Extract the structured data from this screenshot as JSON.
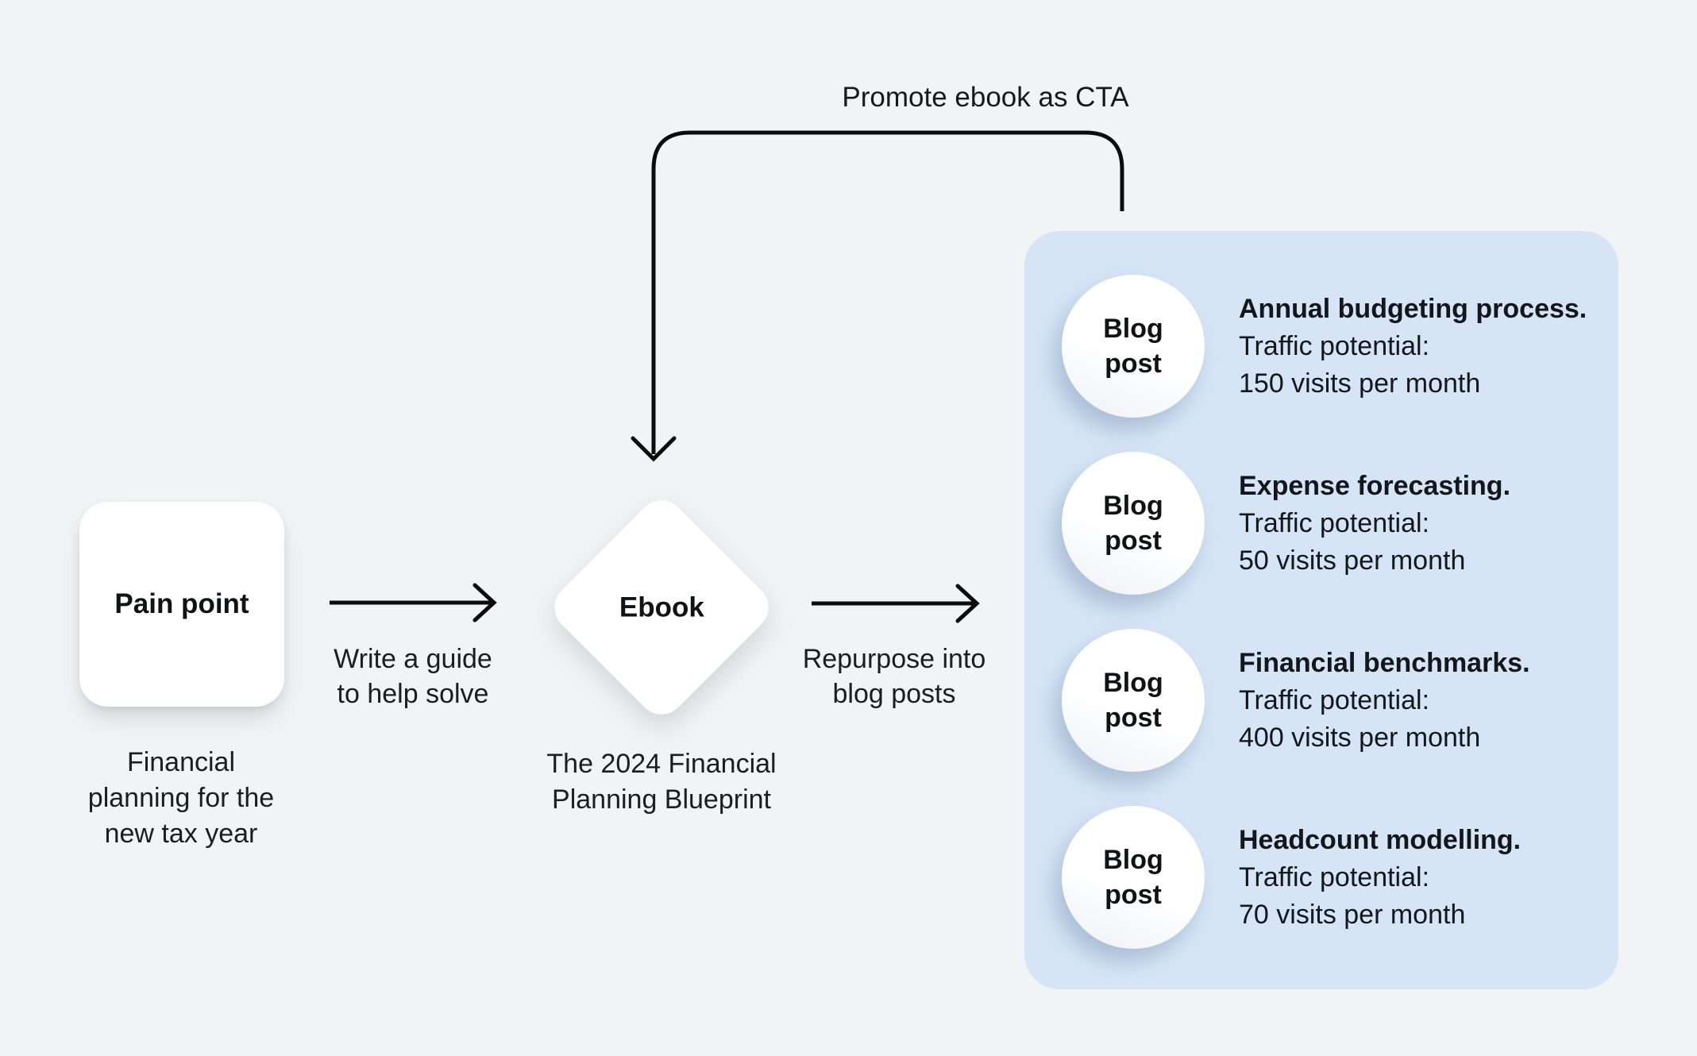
{
  "colors": {
    "background": "#f2f3f5",
    "panel": "#d6e5f6",
    "node": "#ffffff",
    "text": "#15181c",
    "line": "#0c0c0c"
  },
  "cta": {
    "label": "Promote ebook as CTA"
  },
  "pain_point": {
    "label": "Pain point",
    "caption": "Financial\nplanning for the\nnew tax year"
  },
  "arrow1": {
    "label": "Write a guide\nto help solve"
  },
  "ebook": {
    "label": "Ebook",
    "caption": "The 2024 Financial\nPlanning Blueprint"
  },
  "arrow2": {
    "label": "Repurpose into\nblog posts"
  },
  "panel": {
    "badge_label": "Blog\npost",
    "items": [
      {
        "title": "Annual budgeting process.",
        "traffic_label": "Traffic potential:",
        "traffic_value": "150 visits per month"
      },
      {
        "title": "Expense forecasting.",
        "traffic_label": "Traffic potential:",
        "traffic_value": "50 visits per month"
      },
      {
        "title": "Financial benchmarks.",
        "traffic_label": "Traffic potential:",
        "traffic_value": "400 visits per month"
      },
      {
        "title": "Headcount modelling.",
        "traffic_label": "Traffic potential:",
        "traffic_value": "70 visits per month"
      }
    ]
  }
}
